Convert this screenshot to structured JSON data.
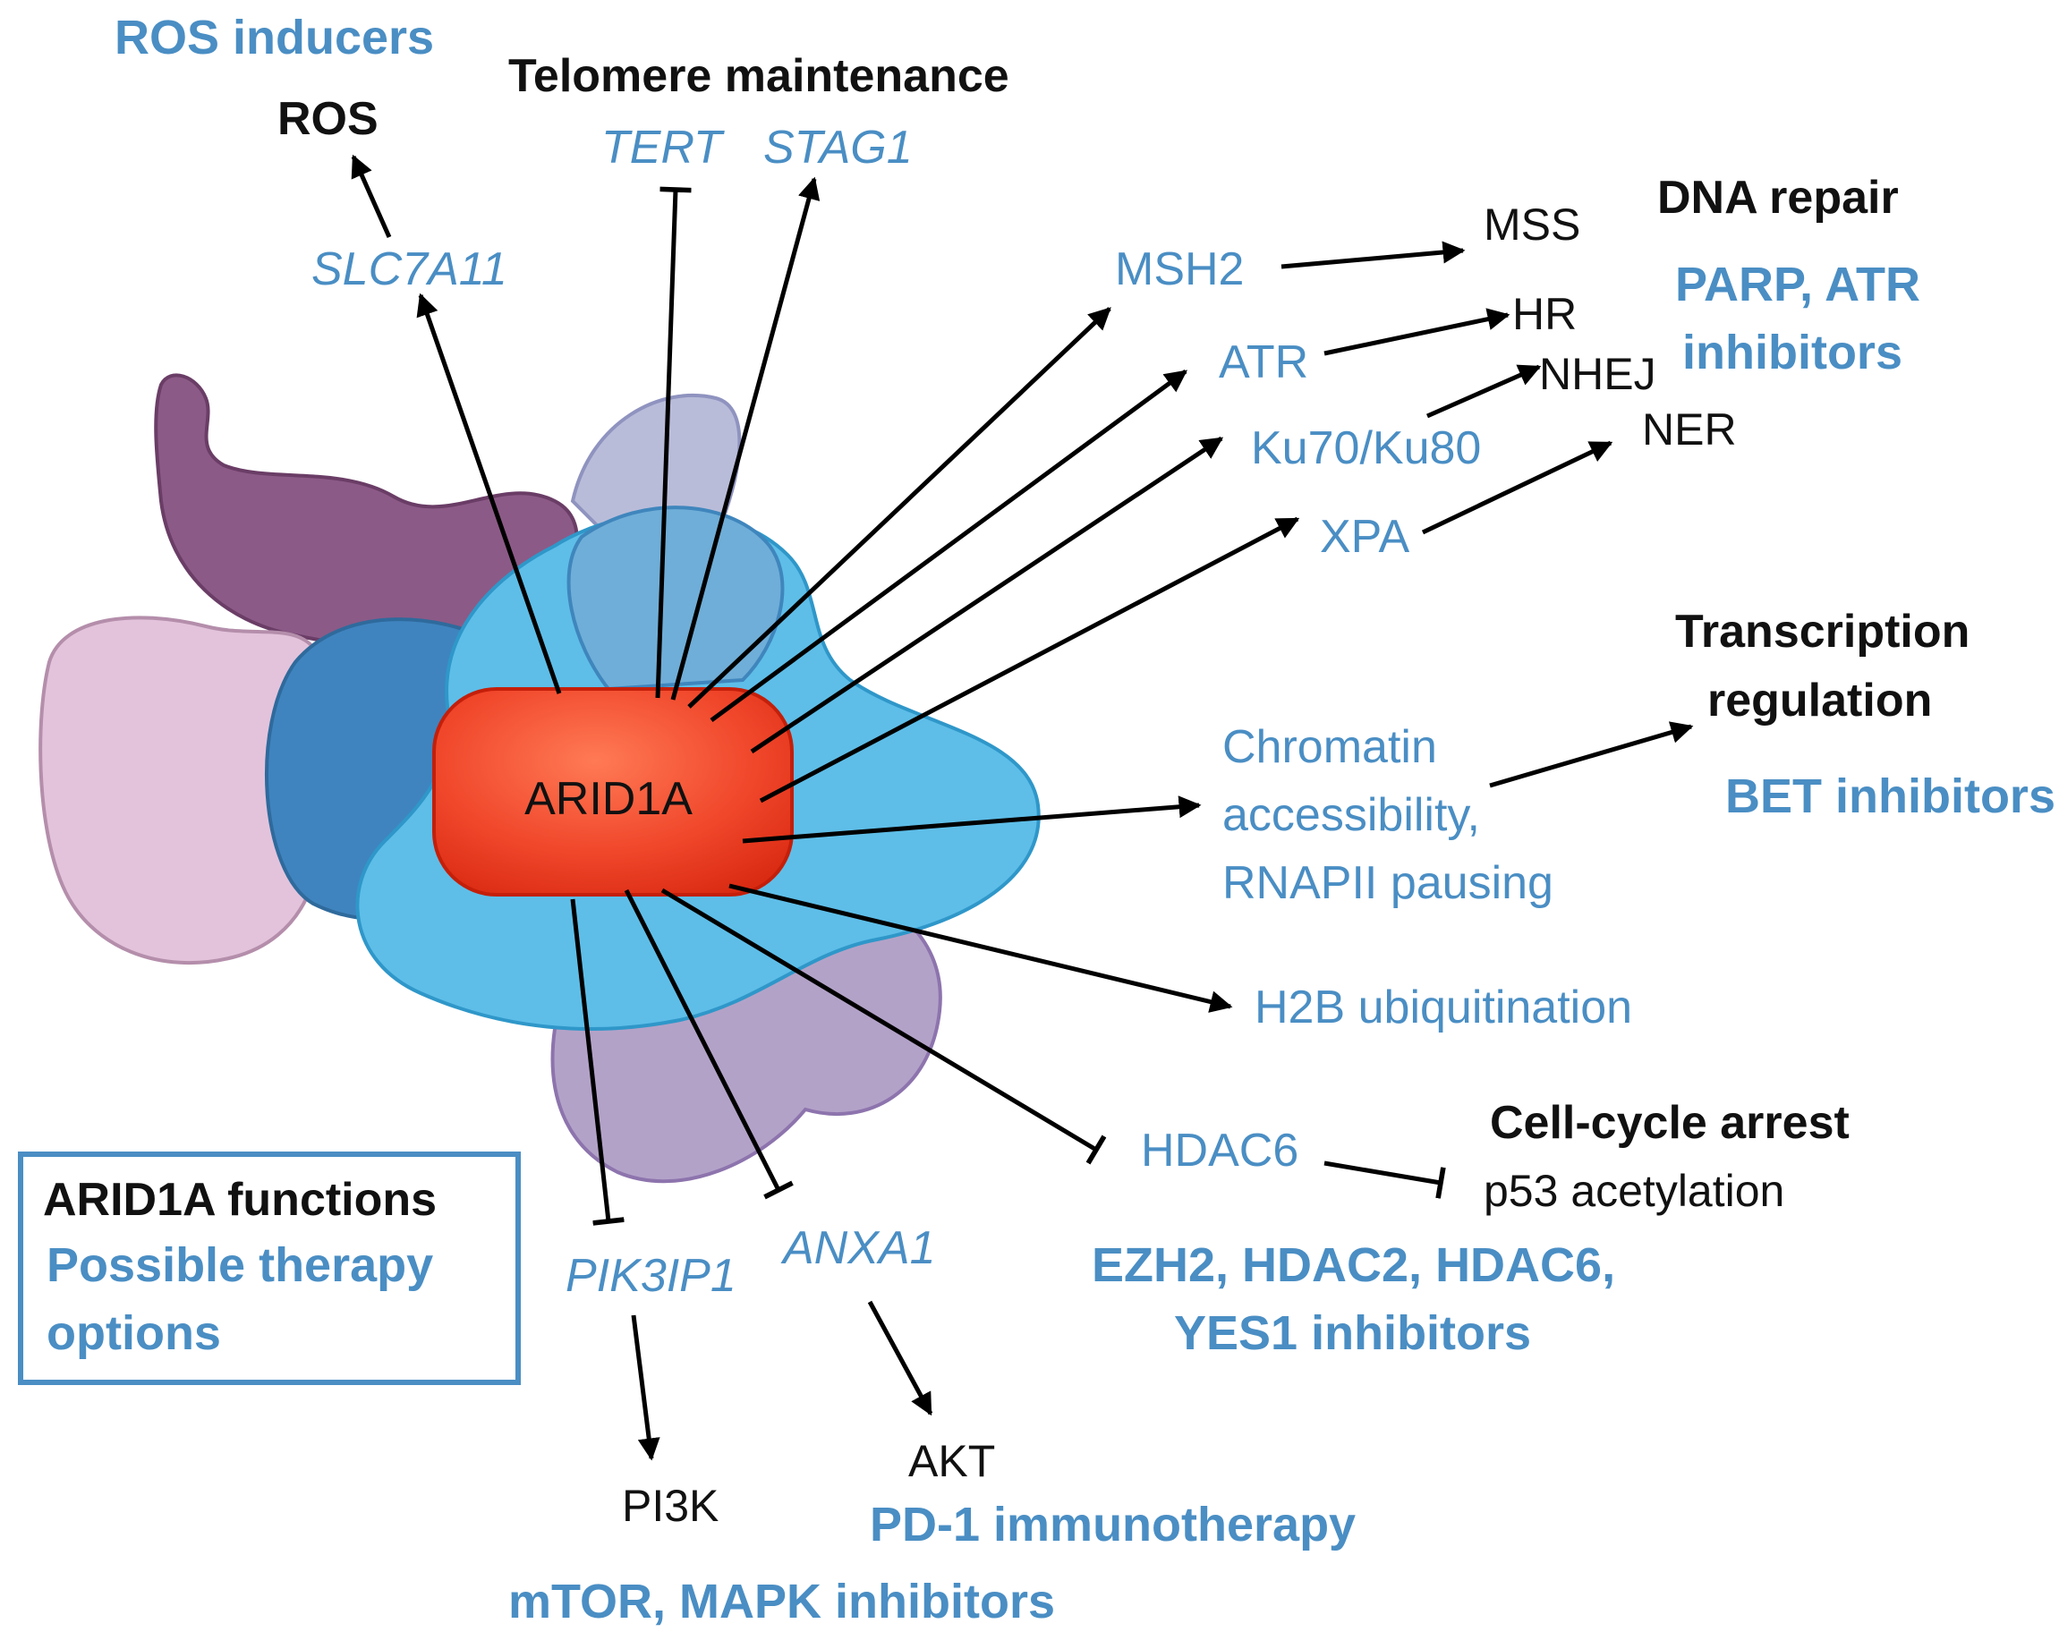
{
  "center": {
    "label": "ARID1A"
  },
  "sections": {
    "ros_therapy": "ROS inducers",
    "ros": "ROS",
    "telomere": "Telomere maintenance",
    "dna_repair": "DNA repair",
    "dna_therapy_1": "PARP, ATR",
    "dna_therapy_2": "inhibitors",
    "transcription_1": "Transcription",
    "transcription_2": "regulation",
    "bet": "BET inhibitors",
    "cell_cycle": "Cell-cycle arrest",
    "hdac_therapy_1": "EZH2, HDAC2, HDAC6,",
    "hdac_therapy_2": "YES1 inhibitors",
    "pd1": "PD-1 immunotherapy",
    "mtor": "mTOR, MAPK inhibitors"
  },
  "targets": {
    "slc7a11": "SLC7A11",
    "tert": "TERT",
    "stag1": "STAG1",
    "msh2": "MSH2",
    "atr": "ATR",
    "ku": "Ku70/Ku80",
    "xpa": "XPA",
    "chromatin_1": "Chromatin",
    "chromatin_2": "accessibility,",
    "chromatin_3": "RNAPII pausing",
    "h2b": "H2B ubiquitination",
    "hdac6": "HDAC6",
    "anxa1": "ANXA1",
    "pik3ip1": "PIK3IP1"
  },
  "outcomes": {
    "mss": "MSS",
    "hr": "HR",
    "nhej": "NHEJ",
    "ner": "NER",
    "p53": "p53 acetylation",
    "akt": "AKT",
    "pi3k": "PI3K"
  },
  "legend": {
    "functions": "ARID1A functions",
    "therapy_1": "Possible therapy",
    "therapy_2": "options"
  },
  "colors": {
    "blue_text": "#4a8ec4",
    "arid1a_red": "#f0462a"
  }
}
